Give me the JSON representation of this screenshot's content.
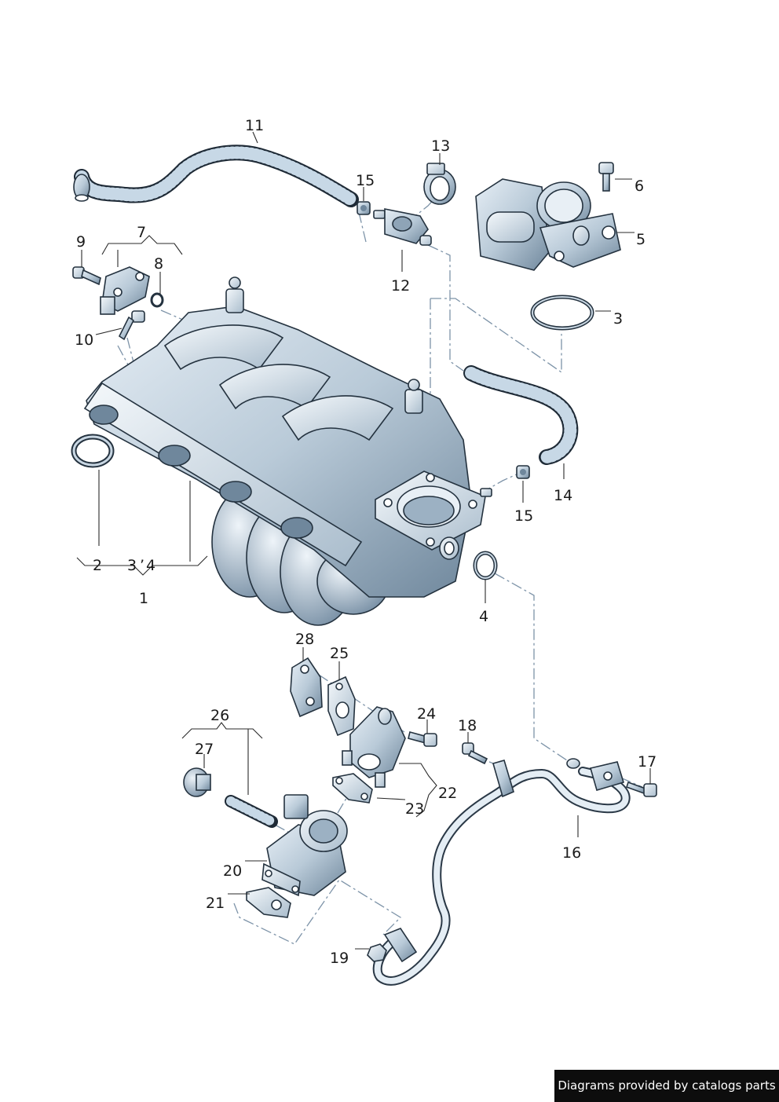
{
  "labels": {
    "l1": "1",
    "l2": "2",
    "l3": "3",
    "l3b": "3",
    "l4": "4",
    "l4b": "4",
    "l5": "5",
    "l6": "6",
    "l7": "7",
    "l8": "8",
    "l9": "9",
    "l10": "10",
    "l11": "11",
    "l12": "12",
    "l13": "13",
    "l14": "14",
    "l15": "15",
    "l15b": "15",
    "l16": "16",
    "l17": "17",
    "l18": "18",
    "l19": "19",
    "l20": "20",
    "l21": "21",
    "l22": "22",
    "l23": "23",
    "l24": "24",
    "l25": "25",
    "l26": "26",
    "l27": "27",
    "l28": "28"
  },
  "tick_mark": "’",
  "credit": "Diagrams provided by catalogs parts",
  "colors": {
    "part_fill": "#b9cad8",
    "part_shade": "#7c93a8",
    "outline": "#24323f",
    "hose_dots": "#c7d8e6",
    "dash_line": "#7d93a8"
  }
}
